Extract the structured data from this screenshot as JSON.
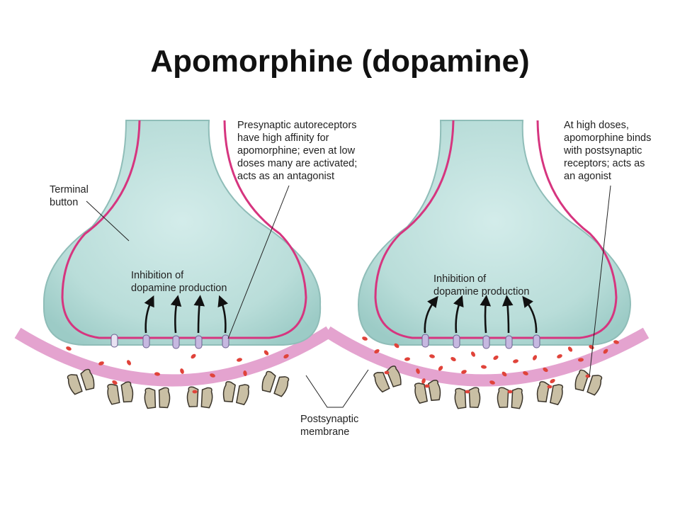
{
  "title": "Apomorphine (dopamine)",
  "colors": {
    "terminal_fill": "#b9ddd9",
    "terminal_edge": "#8fbdb8",
    "inner_membrane": "#d6357f",
    "postsynaptic_membrane": "#e4a3cf",
    "dopamine": "#e0433a",
    "autoreceptor": "#c6b8e0",
    "receptor": "#c9bfa4",
    "receptor_edge": "#3a342a"
  },
  "left_panel": {
    "terminal_label": [
      "Terminal",
      "button"
    ],
    "annotation": [
      "Presynaptic autoreceptors",
      "have high affinity for",
      "apomorphine; even at low",
      "doses many are activated;",
      "acts as an antagonist"
    ],
    "inhibition_label": [
      "Inhibition of",
      "dopamine production"
    ]
  },
  "right_panel": {
    "annotation": [
      "At high doses,",
      "apomorphine binds",
      "with postsynaptic",
      "receptors; acts as",
      "an agonist"
    ],
    "inhibition_label": [
      "Inhibition of",
      "dopamine production"
    ]
  },
  "postsynaptic_label": [
    "Postsynaptic",
    "membrane"
  ]
}
